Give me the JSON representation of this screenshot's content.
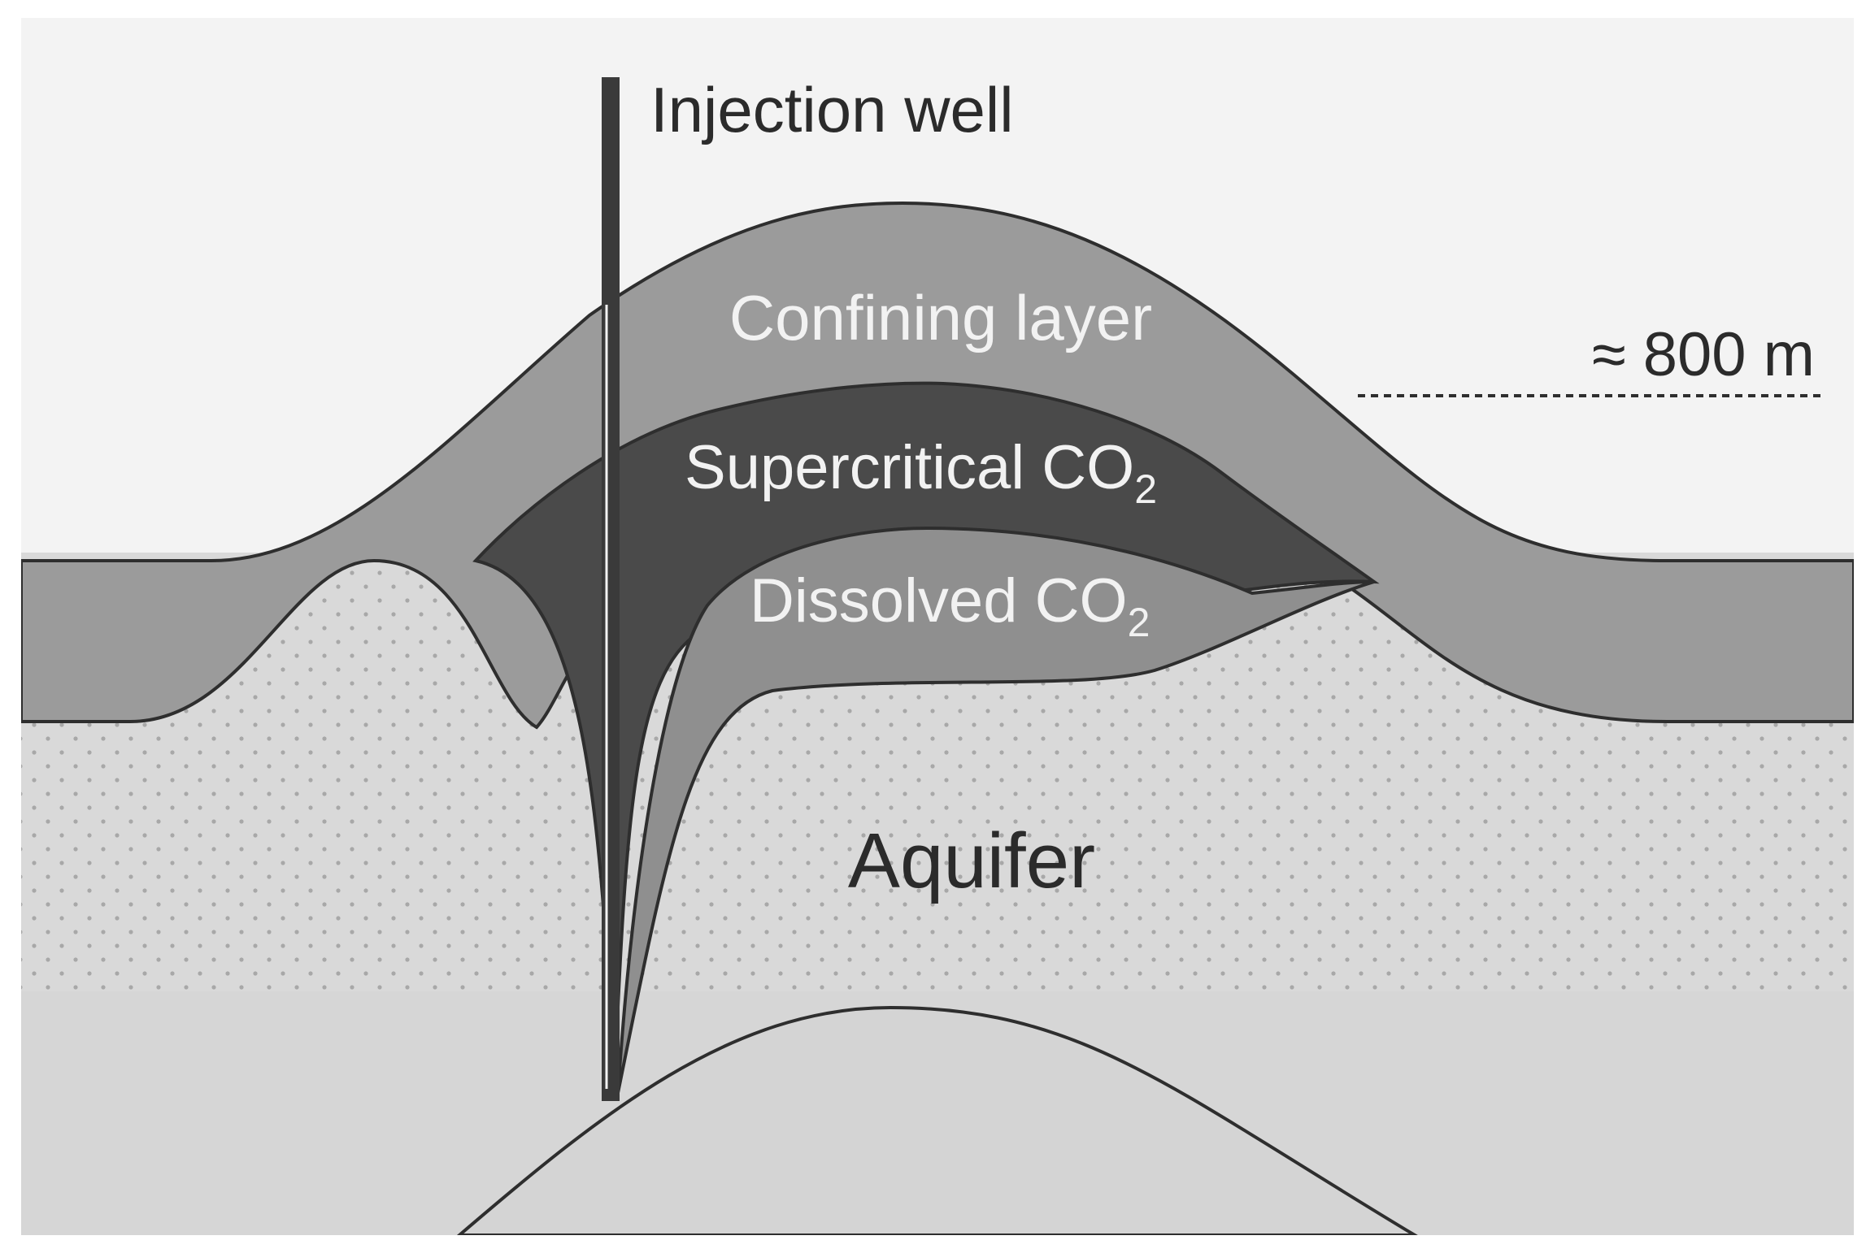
{
  "diagram": {
    "labels": {
      "injection_well": "Injection well",
      "confining_layer": "Confining layer",
      "supercritical_co2": "Supercritical CO",
      "supercritical_co2_subscript": "2",
      "dissolved_co2": "Dissolved CO",
      "dissolved_co2_subscript": "2",
      "aquifer": "Aquifer",
      "depth_marker": "≈ 800 m"
    },
    "colors": {
      "sky": "#f3f3f3",
      "confining_layer": "#9b9b9b",
      "supercritical_co2": "#4a4a4a",
      "dissolved_co2": "#8f8f8f",
      "aquifer": "#d9d9d9",
      "aquifer_dots": "#a8a8a8",
      "basement": "#d6d6d6",
      "outline": "#2e2e2e",
      "well": "#3a3a3a"
    }
  }
}
